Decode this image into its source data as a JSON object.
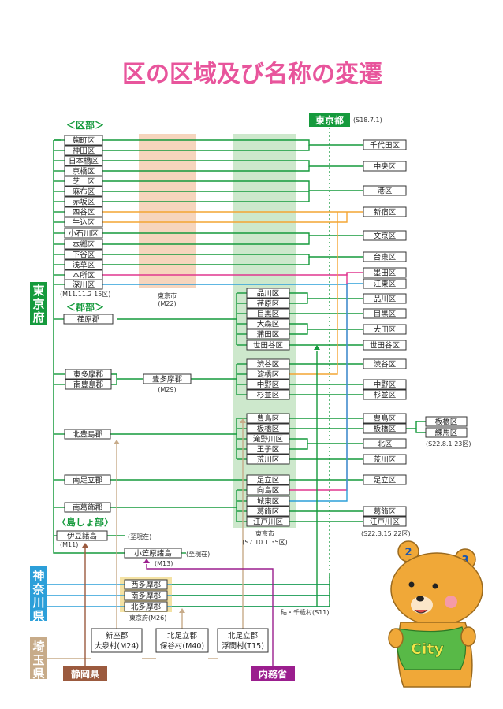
{
  "title": "区の区域及び名称の変遷",
  "colors": {
    "green": "#159a3c",
    "orange": "#f4a533",
    "magenta": "#e0368f",
    "blue": "#2c9fd9",
    "tan": "#c7ab89",
    "purple": "#9b1e8e",
    "brown": "#9b5a3e",
    "title_pink": "#e8559c",
    "city_shade": "#f6d5bd",
    "ward_shade": "#cde8cc"
  },
  "headers": {
    "kubu": "＜区部＞",
    "gunbu": "＜郡部＞",
    "shimabu": "〈島しょ部〉",
    "tokyo_to": "東京都",
    "tokyo_to_date": "(S18.7.1)"
  },
  "notes": {
    "m11_15ku": "(M11.11.2 15区)",
    "tokyo_shi_m22_a": "東京市",
    "tokyo_shi_m22_b": "(M22)",
    "m29": "(M29)",
    "tokyo_shi_s7_a": "東京市",
    "tokyo_shi_s7_b": "(S7.10.1 35区)",
    "s22_8_1": "(S22.8.1 23区)",
    "s22_3_15": "(S22.3.15 22区)",
    "m11": "(M11)",
    "m13": "(M13)",
    "genzai1": "(至現在)",
    "genzai2": "(至現在)",
    "tokyo_fu_m26": "東京府(M26)",
    "kinuta": "砧・千歳村(S11)"
  },
  "side_labels": {
    "tokyo_fu": "東京府",
    "kanagawa": "神奈川県",
    "saitama": "埼玉県",
    "shizuoka": "静岡県",
    "naimusho": "内務省"
  },
  "old_wards": [
    "麹町区",
    "神田区",
    "日本橋区",
    "京橋区",
    "芝　区",
    "麻布区",
    "赤坂区",
    "四谷区",
    "牛込区",
    "小石川区",
    "本郷区",
    "下谷区",
    "浅草区",
    "本所区",
    "深川区"
  ],
  "counties": {
    "ebara": "荏原郡",
    "higashitama": "東多摩郡",
    "minamitoshima": "南豊島郡",
    "toyotama": "豊多摩郡",
    "kitatoshima": "北豊島郡",
    "minamiadachi": "南足立郡",
    "minamikatsushika": "南葛飾郡",
    "izu": "伊豆諸島",
    "ogasawara": "小笠原諸島",
    "nishitama": "西多摩郡",
    "minamitama": "南多摩郡",
    "kitatama": "北多摩郡"
  },
  "s7_wards": [
    "品川区",
    "荏原区",
    "目黒区",
    "大森区",
    "蒲田区",
    "世田谷区",
    "渋谷区",
    "淀橋区",
    "中野区",
    "杉並区",
    "豊島区",
    "板橋区",
    "滝野川区",
    "王子区",
    "荒川区",
    "足立区",
    "向島区",
    "城東区",
    "葛飾区",
    "江戸川区"
  ],
  "new_wards": [
    "千代田区",
    "中央区",
    "港区",
    "新宿区",
    "文京区",
    "台東区",
    "墨田区",
    "江東区",
    "品川区",
    "目黒区",
    "大田区",
    "世田谷区",
    "渋谷区",
    "中野区",
    "杉並区",
    "豊島区",
    "板橋区",
    "北区",
    "荒川区",
    "足立区",
    "葛飾区",
    "江戸川区"
  ],
  "split_wards": [
    "板橋区",
    "練馬区"
  ],
  "sources": {
    "niiza_a": "新座郡",
    "niiza_b": "大泉村(M24)",
    "kitaadachi1_a": "北足立郡",
    "kitaadachi1_b": "保谷村(M40)",
    "kitaadachi2_a": "北足立郡",
    "kitaadachi2_b": "浮間村(T15)"
  },
  "mascot": {
    "shirt": "City",
    "ear_left": "2",
    "ear_right": "3"
  }
}
